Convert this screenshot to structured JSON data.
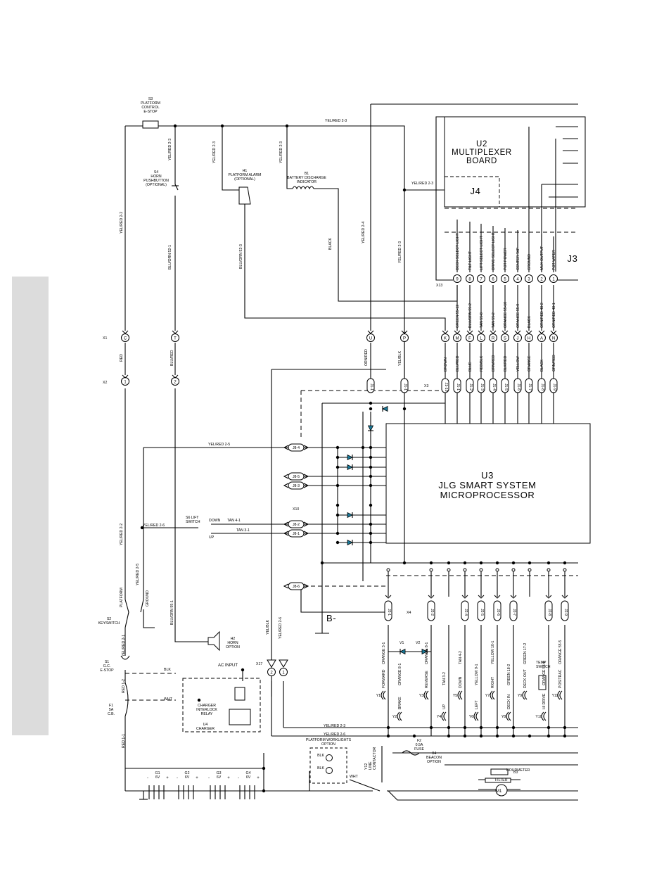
{
  "blocks": {
    "u2": [
      "U2",
      "MULTIPLEXER",
      "BOARD"
    ],
    "j4": "J4",
    "j3": "J3",
    "u3": [
      "U3",
      "JLG SMART SYSTEM",
      "MICROPROCESSOR"
    ],
    "b_minus": "B-"
  },
  "switches": {
    "s3": [
      "S3",
      "PLATFORM",
      "CONTROL",
      "E-STOP"
    ],
    "s4": [
      "S4",
      "HORN",
      "PUSHBUTTON",
      "(OPTIONAL)"
    ],
    "h1": [
      "H1",
      "PLATFORM ALARM",
      "(OPTIONAL)"
    ],
    "b1": [
      "B1",
      "BATTERY DISCHARGE",
      "INDICATOR"
    ],
    "s6": [
      "S6 LIFT",
      "SWITCH"
    ],
    "s6_down": "DOWN",
    "s6_up": "UP",
    "s2": [
      "S2",
      "KEYSWITCH"
    ],
    "s2_platform": "PLATFORM",
    "s2_ground": "GROUND",
    "s1": [
      "S1",
      "G.C.",
      "E-STOP"
    ],
    "f1": [
      "F1",
      "5A",
      "C.B."
    ],
    "h2": [
      "H2",
      "HORN",
      "OPTION"
    ],
    "ac_input": "AC INPUT",
    "interlock": [
      "CHARGER",
      "INTERLOCK",
      "RELAY"
    ],
    "u4": [
      "U4",
      "CHARGER"
    ],
    "worklights": [
      "PLATFORM WORKLIGHTS",
      "OPTION"
    ],
    "f2": [
      "F2",
      "0.5A",
      "FUSE"
    ],
    "h4": [
      "H4",
      "BEACON",
      "OPTION"
    ],
    "y12": [
      "Y12",
      "LINE",
      "CONTACTOR"
    ],
    "hourmeter": "HOURMETER",
    "filter": "FILTER",
    "b3": "B3",
    "m1": "M1",
    "temp_switch": [
      "TEMP",
      "SWITCH"
    ]
  },
  "wires": {
    "yelred_2_3": "YEL/RED 2-3",
    "yelred_2_2": "YEL/RED 2-2",
    "yelred_2_4": "YEL/RED 2-4",
    "yelred_2_5": "YEL/RED 2-5",
    "yelred_2_6": "YEL/RED 2-6",
    "yelred_2_1": "YEL/RED 2-1",
    "bluorn_52_1": "BLU/ORN 52-1",
    "bluorn_52_3": "BLU/ORN 52-3",
    "bluorn_55_1": "BLU/ORN 55-1",
    "black": "BLACK",
    "tan_4_1": "TAN 4-1",
    "tan_3_1": "TAN 3-1",
    "red": "RED",
    "blured": "BLU/RED",
    "ornred": "ORN/RED",
    "yelblk": "YEL/BLK",
    "red_1_2": "RED 1-2",
    "red_1_1": "RED 1-1",
    "blk": "BLK",
    "wht": "WHT"
  },
  "connectors": {
    "x1": "X1",
    "x2": "X2",
    "x3": "X3",
    "x4": "X4",
    "x10": "X10",
    "x13": "X13",
    "x17": "X17",
    "top_left": [
      {
        "letter": "C",
        "num": "1"
      },
      {
        "letter": "T",
        "num": "2"
      },
      {
        "letter": "U",
        "num": "1"
      },
      {
        "letter": "P",
        "num": "1"
      }
    ],
    "x17_pins": [
      "2",
      "1"
    ],
    "j8": [
      "J8-4",
      "J8-5",
      "J8-3",
      "J8-2",
      "J8-1",
      "J8-6"
    ],
    "j2": [
      "J2-1",
      "J2-2",
      "J2-4",
      "J2-5",
      "J2-6",
      "J2-7",
      "J2-8",
      "J2-9"
    ],
    "j3_pins": [
      {
        "pin": "9",
        "signal": "DECK SELECT LIGHT",
        "letter": "M",
        "wire": "GREEN 55-12",
        "color": "BLU/RED"
      },
      {
        "pin": "8",
        "signal": "TILT LIGHT",
        "letter": "F",
        "wire": "BLU/ORN 55-2",
        "color": "BLUE"
      },
      {
        "pin": "7",
        "signal": "LIFT SELECT LIGHT",
        "letter": "L",
        "wire": "TAN 55-8",
        "color": "RED/BLK"
      },
      {
        "pin": "6",
        "signal": "DRIVE SELECT LIGHT",
        "letter": "R",
        "wire": "TAN 55-2",
        "color": "BRN/RED"
      },
      {
        "pin": "5",
        "signal": "POT POWER",
        "letter": "S",
        "wire": "ORANGE 55-10",
        "color": "BLK/RED"
      },
      {
        "pin": "4",
        "signal": "CENTER TAP",
        "letter": "J",
        "wire": "ORANGE 55-9",
        "color": "YELLOW"
      },
      {
        "pin": "3",
        "signal": "GROUND",
        "letter": "H",
        "wire": "BLACK",
        "color": "ORANGE"
      },
      {
        "pin": "2",
        "signal": "MUX OUTPUT",
        "letter": "A",
        "wire": "ORN/RED 48-2",
        "color": "BLACK"
      },
      {
        "pin": "1",
        "signal": "POT WIPER",
        "letter": "N",
        "wire": "ORN/RED 48-1",
        "color": "ORN/RED"
      },
      {
        "pin": "",
        "signal": "",
        "letter": "K",
        "wire": "",
        "color": "BROWN"
      }
    ]
  },
  "solenoids": [
    {
      "id": "Y1",
      "label": "FORWARD",
      "wire": "ORANGE 3-1"
    },
    {
      "id": "Y2",
      "label": "BRAKE",
      "wire": "ORANGE 8-1"
    },
    {
      "id": "Y3",
      "label": "REVERSE",
      "wire": "ORANGE 8-1"
    },
    {
      "id": "Y4",
      "label": "UP",
      "wire": "TAN 3-2"
    },
    {
      "id": "Y5",
      "label": "DOWN",
      "wire": "TAN 4-2"
    },
    {
      "id": "Y6",
      "label": "LEFT",
      "wire": "YELLOW 9-1"
    },
    {
      "id": "Y7",
      "label": "RIGHT",
      "wire": "YELLOW 10-1"
    },
    {
      "id": "Y8",
      "label": "DECK IN",
      "wire": "GREEN 18-2"
    },
    {
      "id": "Y9",
      "label": "DECK OUT",
      "wire": "GREEN 17-2"
    },
    {
      "id": "Y10",
      "label": "HI DRIVE",
      "wire": "ORANGE 55-6"
    },
    {
      "id": "Y11",
      "label": "POSITRAC",
      "wire": "ORANGE 55-5"
    }
  ],
  "diodes": [
    "V1",
    "V2"
  ],
  "batteries": [
    {
      "id": "G1",
      "volt": "6V"
    },
    {
      "id": "G2",
      "volt": "6V"
    },
    {
      "id": "G3",
      "volt": "6V"
    },
    {
      "id": "G4",
      "volt": "6V"
    }
  ]
}
